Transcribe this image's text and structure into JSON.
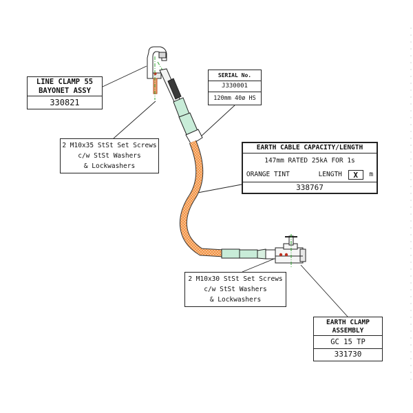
{
  "line_clamp": {
    "name_line1": "LINE CLAMP 55",
    "name_line2": "BAYONET ASSY",
    "part_number": "330821"
  },
  "serial_box": {
    "heading": "SERIAL No.",
    "serial": "J330001",
    "spec": "120mm 40ø HS"
  },
  "earth_cable": {
    "heading": "EARTH CABLE CAPACITY/LENGTH",
    "rating": "147mm RATED 25kA FOR 1s",
    "tint": "ORANGE TINT",
    "length_label": "LENGTH",
    "length_value": "X",
    "length_unit": "m",
    "part_number": "338767"
  },
  "screws_top": {
    "line1": "2 M10x35 StSt Set Screws",
    "line2": "c/w StSt Washers",
    "line3": "& Lockwashers"
  },
  "screws_bottom": {
    "line1": "2 M10x30 StSt Set Screws",
    "line2": "c/w StSt Washers",
    "line3": "& Lockwashers"
  },
  "earth_clamp": {
    "name_line1": "EARTH CLAMP",
    "name_line2": "ASSEMBLY",
    "model": "GC 15 TP",
    "part_number": "331730"
  },
  "colors": {
    "cable": "#f08a38",
    "cable_mesh": "#fbd0a8",
    "sleeve": "#c8ecd8",
    "line": "#222222",
    "centerline": "#2aa02a",
    "screw_red": "#c03020"
  }
}
